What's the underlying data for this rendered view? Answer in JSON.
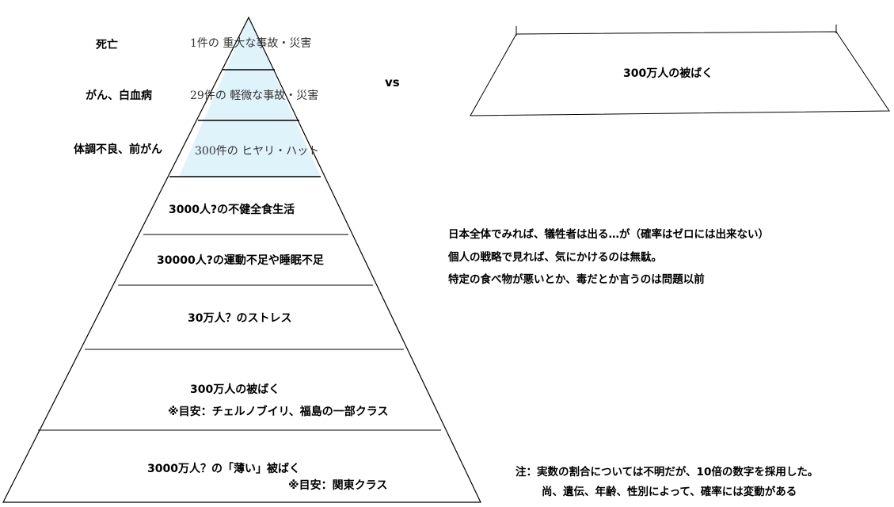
{
  "left_labels": {
    "death": "死亡",
    "cancer": "がん、白血病",
    "ill": "体調不良、前がん"
  },
  "pyramid": {
    "tier1": "1件の 重大な事故・災害",
    "tier2": "29件の 軽微な事故・災害",
    "tier3": "300件の ヒヤリ・ハット",
    "tier4": "3000人?の不健全食生活",
    "tier5": "30000人?の運動不足や睡眠不足",
    "tier6": "30万人？のストレス",
    "tier7_main": "300万人の被ばく",
    "tier7_sub": "※目安：チェルノブイリ、福島の一部クラス",
    "tier8_main": "3000万人？の「薄い」被ばく",
    "tier8_sub": "※目安：関東クラス"
  },
  "vs": "vs",
  "trapezoid_label": "300万人の被ばく",
  "commentary": {
    "line1": "日本全体でみれば、犠牲者は出る…が（確率はゼロには出来ない）",
    "line2": "個人の戦略で見れば、気にかけるのは無駄。",
    "line3": "特定の食べ物が悪いとか、毒だとか言うのは問題以前"
  },
  "notes": {
    "line1": "注：実数の割合については不明だが、10倍の数字を採用した。",
    "line2": "尚、遺伝、年齢、性別によって、確率には変動がある"
  },
  "colors": {
    "top_fill": "#dff3fb",
    "line": "#000000"
  }
}
